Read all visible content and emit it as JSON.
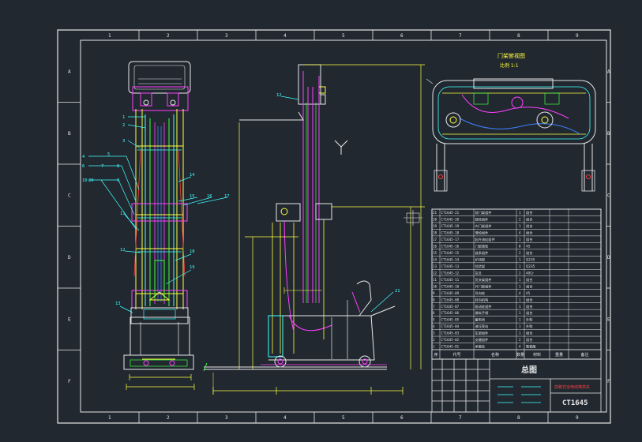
{
  "frame": {
    "col_labels": [
      "1",
      "2",
      "3",
      "4",
      "5",
      "6",
      "7",
      "8",
      "9"
    ],
    "row_labels": [
      "A",
      "B",
      "C",
      "D",
      "E",
      "F"
    ]
  },
  "detail_view": {
    "title": "门架俯视图",
    "scale": "比例 1:1"
  },
  "callouts": {
    "left": [
      "1",
      "2",
      "3",
      "4",
      "5",
      "6",
      "7",
      "8",
      "9",
      "10",
      "11",
      "12",
      "13",
      "14",
      "15",
      "16",
      "17",
      "18",
      "19",
      "20"
    ],
    "side": [
      "12",
      "21"
    ]
  },
  "bom": {
    "col_headers": [
      "序",
      "代号",
      "名称",
      "数量",
      "材料",
      "重量",
      "备注"
    ],
    "rows": [
      {
        "no": "21",
        "code": "CT1645-21",
        "name": "前门架组件",
        "qty": "1",
        "mat": "组合"
      },
      {
        "no": "20",
        "code": "CT1645-20",
        "name": "链轮组件",
        "qty": "2",
        "mat": "组合"
      },
      {
        "no": "19",
        "code": "CT1645-19",
        "name": "内门架组件",
        "qty": "1",
        "mat": "组合"
      },
      {
        "no": "18",
        "code": "CT1645-18",
        "name": "滑轮组件",
        "qty": "4",
        "mat": "组合"
      },
      {
        "no": "17",
        "code": "CT1645-17",
        "name": "起升油缸组件",
        "qty": "1",
        "mat": "组合"
      },
      {
        "no": "16",
        "code": "CT1645-16",
        "name": "门架滚轮",
        "qty": "8",
        "mat": "45"
      },
      {
        "no": "15",
        "code": "CT1645-15",
        "name": "链条组件",
        "qty": "2",
        "mat": "组合"
      },
      {
        "no": "14",
        "code": "CT1645-14",
        "name": "护顶架",
        "qty": "1",
        "mat": "Q235"
      },
      {
        "no": "13",
        "code": "CT1645-13",
        "name": "挡货架",
        "qty": "1",
        "mat": "Q235"
      },
      {
        "no": "12",
        "code": "CT1645-12",
        "name": "货叉",
        "qty": "2",
        "mat": "40Cr"
      },
      {
        "no": "11",
        "code": "CT1645-11",
        "name": "货叉架组件",
        "qty": "1",
        "mat": "组合"
      },
      {
        "no": "10",
        "code": "CT1645-10",
        "name": "外门架组件",
        "qty": "1",
        "mat": "组合"
      },
      {
        "no": "9",
        "code": "CT1645-09",
        "name": "导向轮",
        "qty": "4",
        "mat": "45"
      },
      {
        "no": "8",
        "code": "CT1645-08",
        "name": "转向机构",
        "qty": "1",
        "mat": "组合"
      },
      {
        "no": "7",
        "code": "CT1645-07",
        "name": "驱动轮组件",
        "qty": "1",
        "mat": "组合"
      },
      {
        "no": "6",
        "code": "CT1645-06",
        "name": "操纵手柄",
        "qty": "1",
        "mat": "组合"
      },
      {
        "no": "5",
        "code": "CT1645-05",
        "name": "蓄电池",
        "qty": "1",
        "mat": "外购"
      },
      {
        "no": "4",
        "code": "CT1645-04",
        "name": "液压泵站",
        "qty": "1",
        "mat": "外购"
      },
      {
        "no": "3",
        "code": "CT1645-03",
        "name": "车架组件",
        "qty": "1",
        "mat": "组合"
      },
      {
        "no": "2",
        "code": "CT1645-02",
        "name": "支腿组件",
        "qty": "2",
        "mat": "组合"
      },
      {
        "no": "1",
        "code": "CT1645-01",
        "name": "承载轮",
        "qty": "4",
        "mat": "聚氨酯"
      }
    ]
  },
  "title_block": {
    "drawing_title": "总图",
    "part_name": "前移式全电动堆高车",
    "drawing_no": "CT1645"
  }
}
